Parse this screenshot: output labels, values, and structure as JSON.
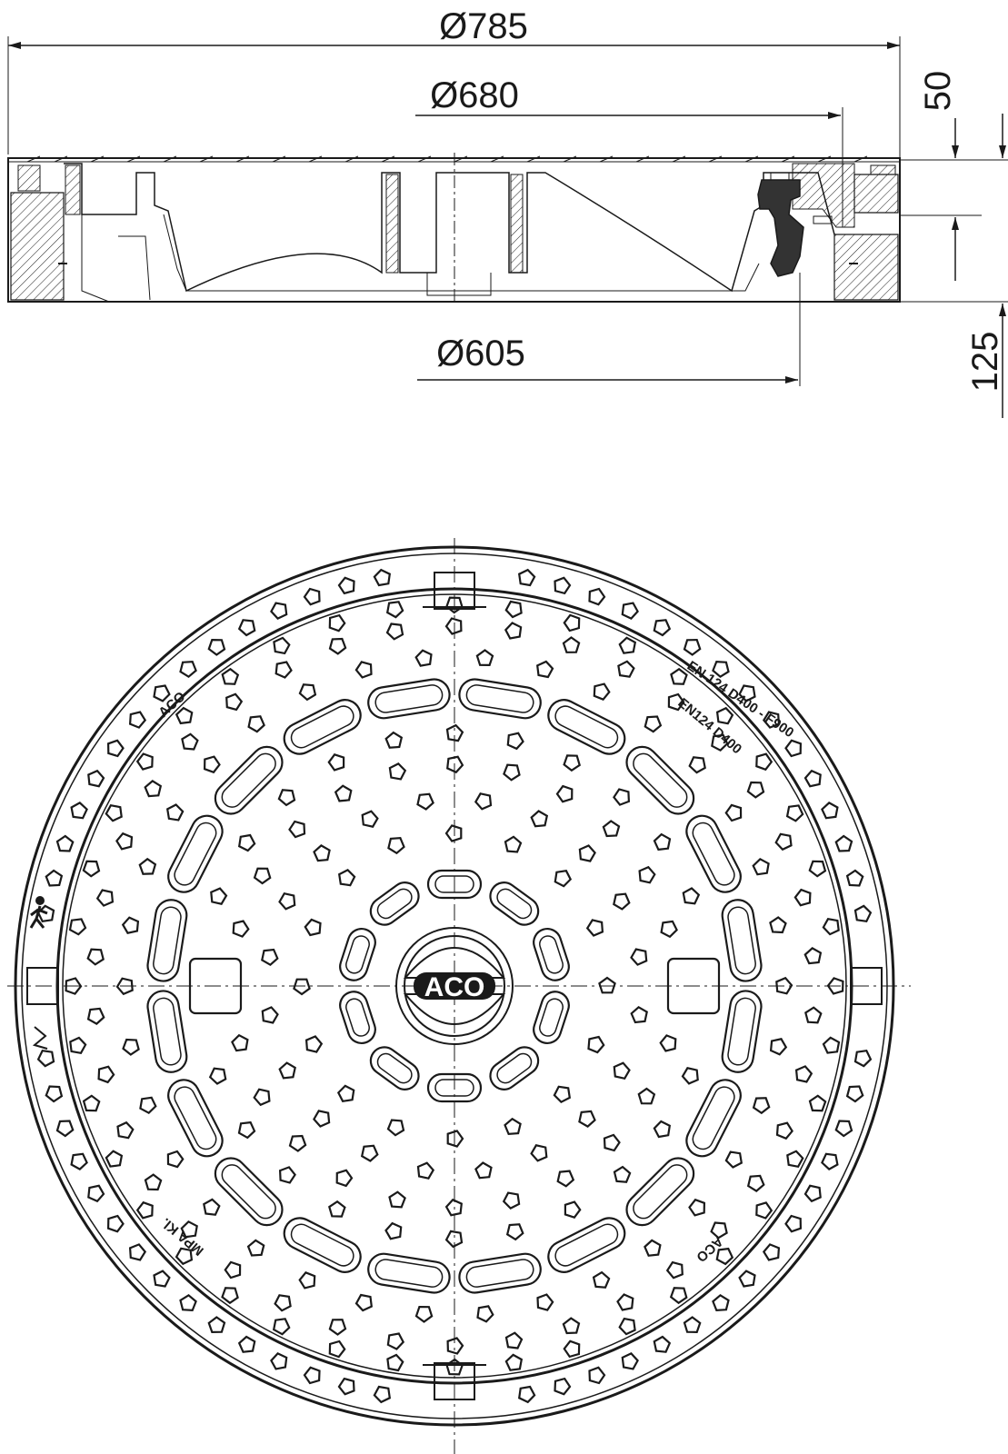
{
  "dimensions": {
    "outer_diameter": "Ø785",
    "clear_opening": "Ø680",
    "inner_diameter": "Ø605",
    "cover_height": "50",
    "frame_height": "125"
  },
  "cover_markings": {
    "brand_top": "ACO",
    "brand_bottom": "ACO",
    "logo": "ACO",
    "standard_outer": "EN 124   D400 - F900",
    "standard_inner": "EN124 D400",
    "approval": "MPA Kl."
  },
  "colors": {
    "line": "#1a1a1a",
    "background": "#ffffff",
    "seal": "#333333"
  }
}
